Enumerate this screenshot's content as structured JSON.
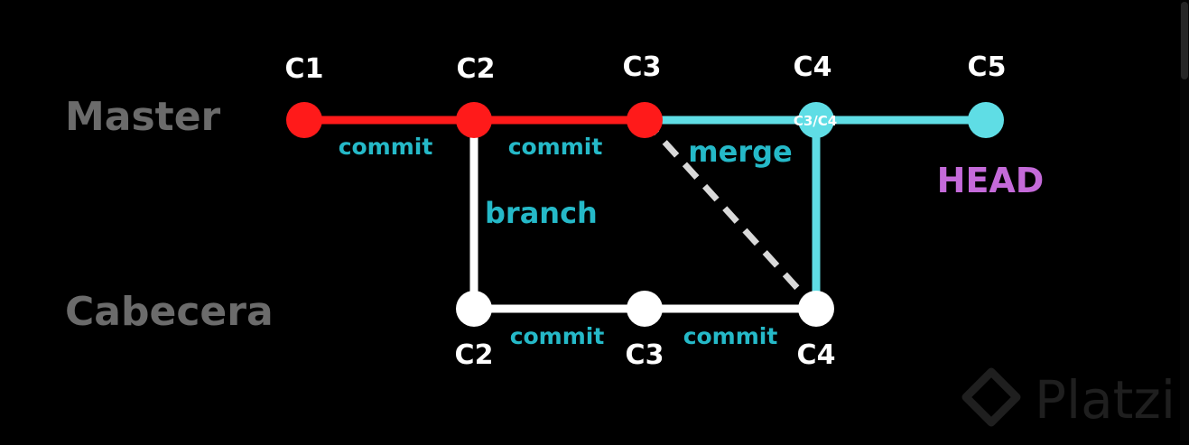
{
  "branches": {
    "master": "Master",
    "cabecera": "Cabecera"
  },
  "master_commits": [
    "C1",
    "C2",
    "C3",
    "C4",
    "C5"
  ],
  "cabecera_commits": [
    "C2",
    "C3",
    "C4"
  ],
  "edges": {
    "commit": "commit",
    "branch": "branch",
    "merge": "merge"
  },
  "merge_node": "C3/C4",
  "head": "HEAD",
  "watermark": "Platzi",
  "colors": {
    "master_line": "#ff1a1a",
    "merged_line": "#5fdde5",
    "cabecera_line": "#ffffff",
    "edge_label": "#25b9c8",
    "head": "#c46ad9",
    "branch_label": "#6b6b6b",
    "background": "#000000"
  }
}
